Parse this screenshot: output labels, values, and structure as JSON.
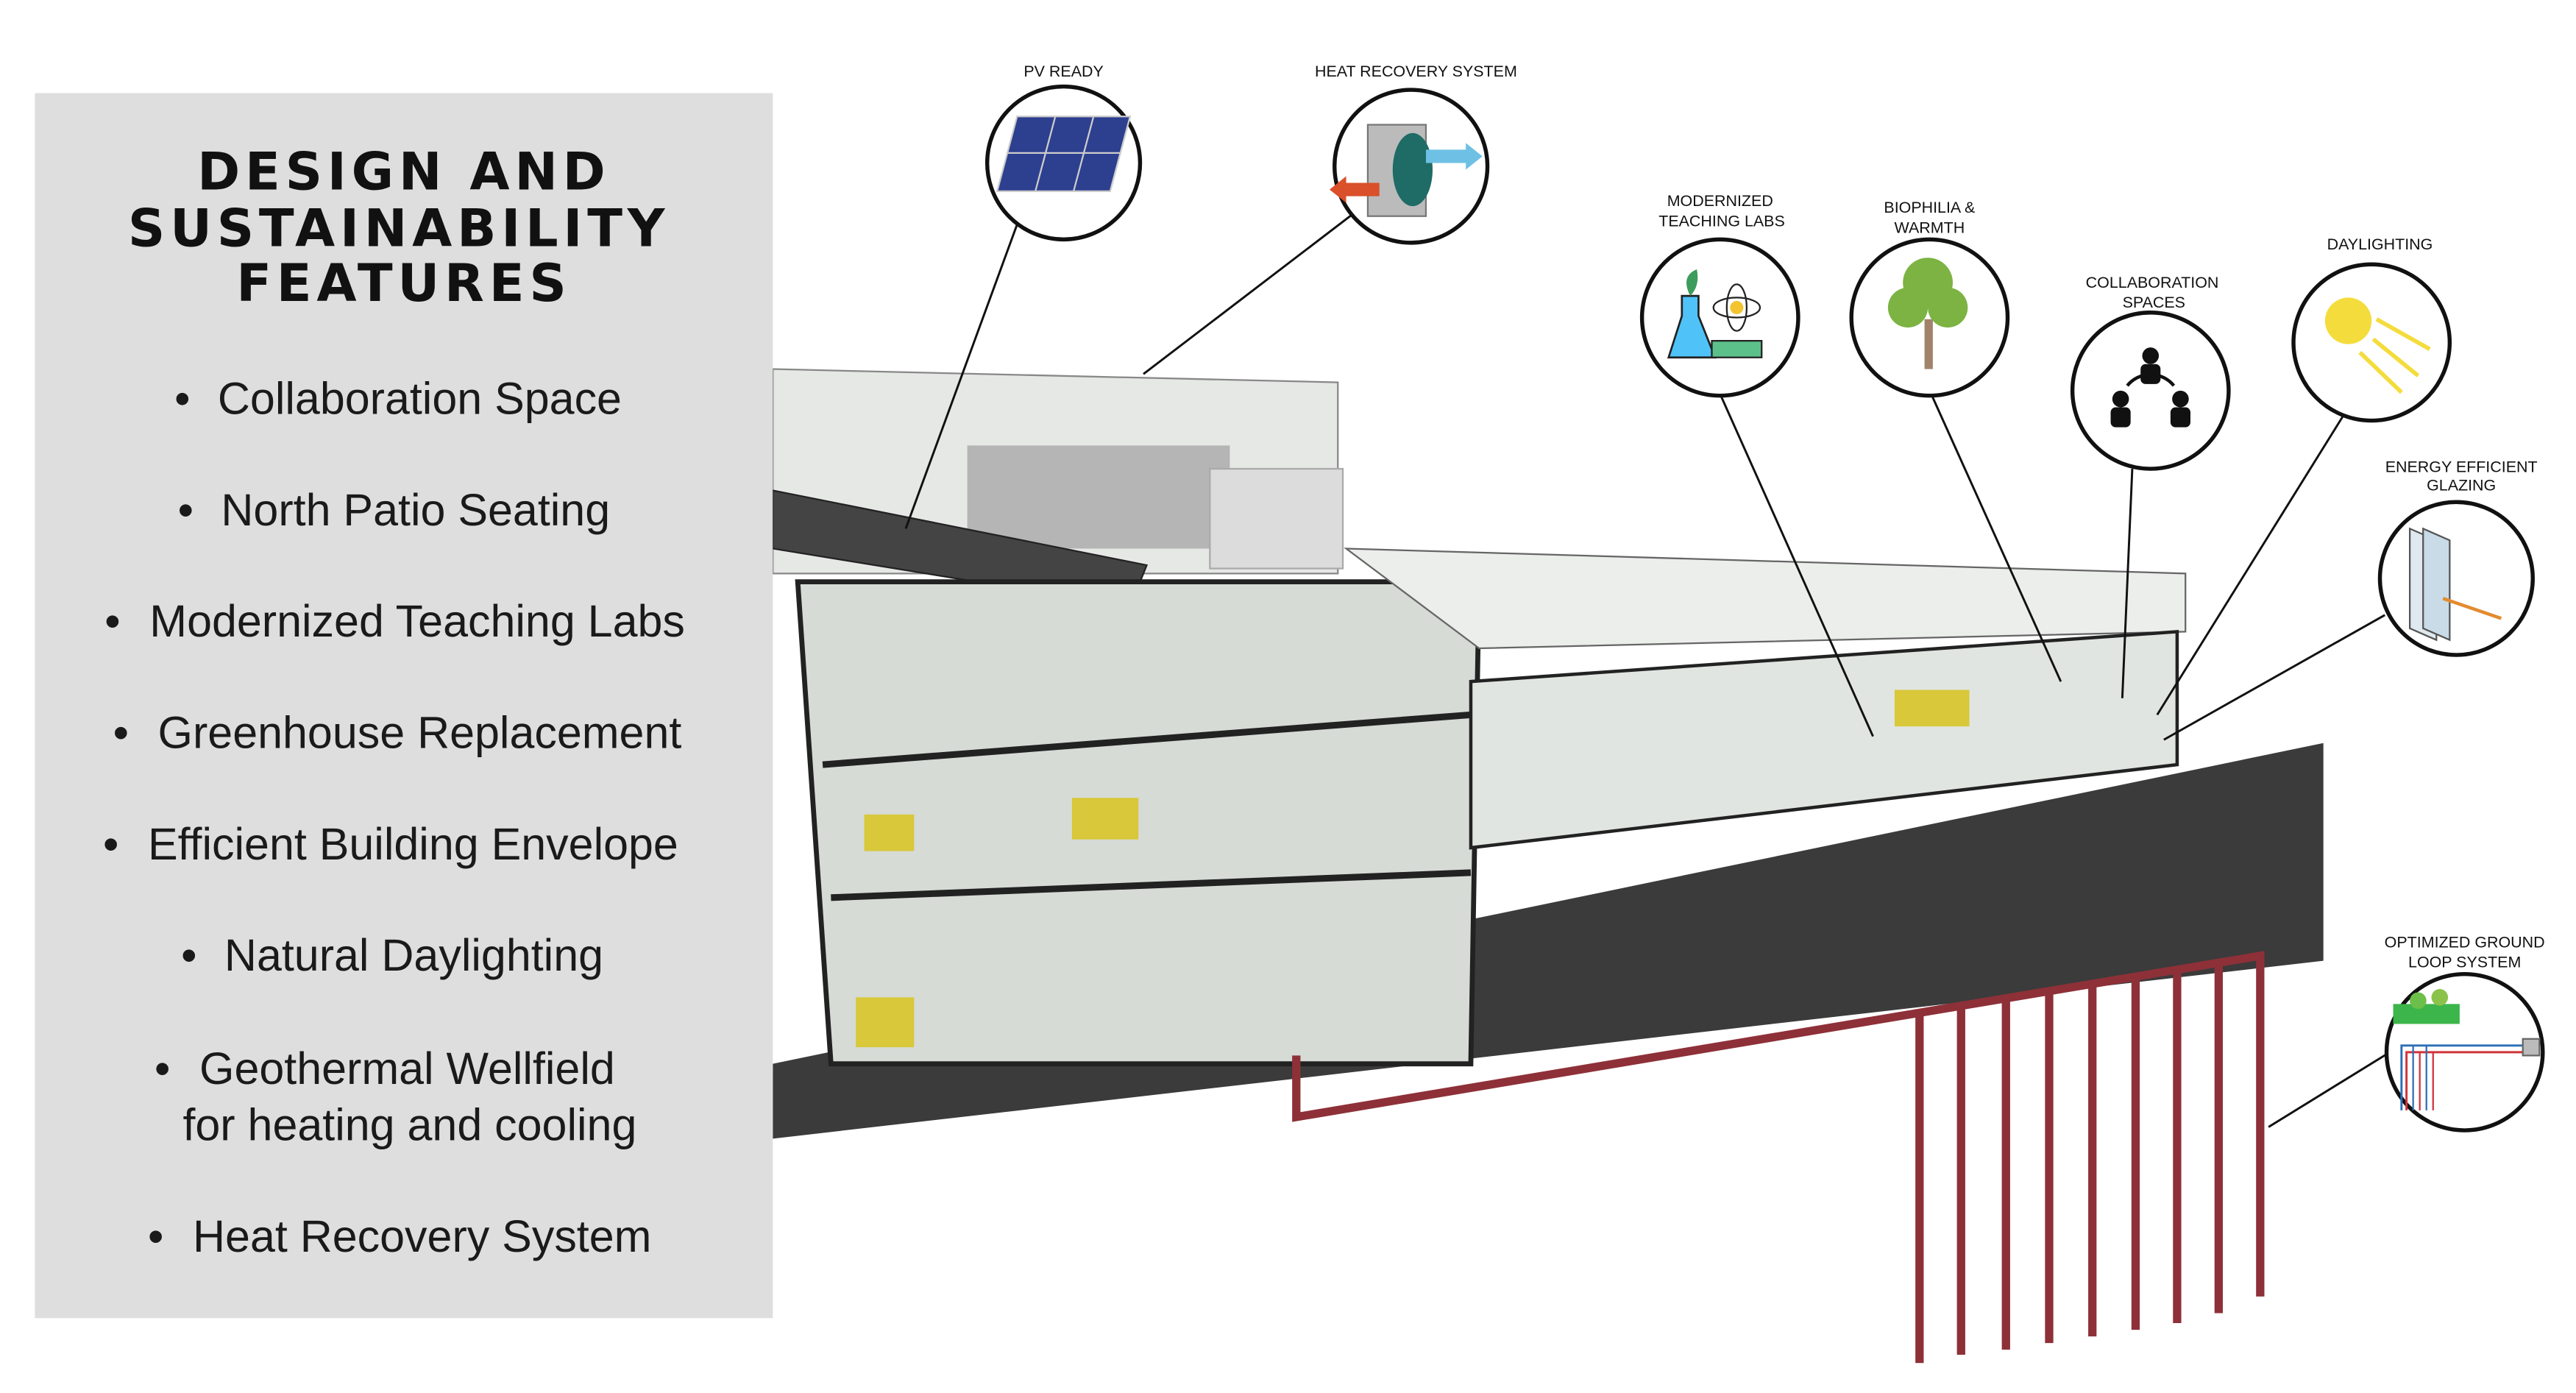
{
  "panel": {
    "title_lines": [
      "DESIGN AND",
      "SUSTAINABILITY",
      "FEATURES"
    ],
    "features": [
      "Collaboration Space",
      "North Patio Seating",
      "Modernized Teaching Labs",
      "Greenhouse Replacement",
      "Efficient Building Envelope",
      "Natural Daylighting",
      "Geothermal Wellfield",
      "for heating and cooling",
      "Heat Recovery System"
    ]
  },
  "callouts": {
    "pv": "PV READY",
    "heat_recovery": "HEAT RECOVERY SYSTEM",
    "labs": [
      "MODERNIZED",
      "TEACHING LABS"
    ],
    "biophilia": [
      "BIOPHILIA &",
      "WARMTH"
    ],
    "collaboration": [
      "COLLABORATION",
      "SPACES"
    ],
    "daylighting": "DAYLIGHTING",
    "glazing": [
      "ENERGY EFFICIENT",
      "GLAZING"
    ],
    "ground_loop": [
      "OPTIMIZED GROUND",
      "LOOP SYSTEM"
    ]
  },
  "colors": {
    "panel": "#dcdcdc",
    "base": "#3b3b3b",
    "pipe": "#8e3038",
    "sun": "#f4dc3c",
    "tree": "#7cb342"
  }
}
